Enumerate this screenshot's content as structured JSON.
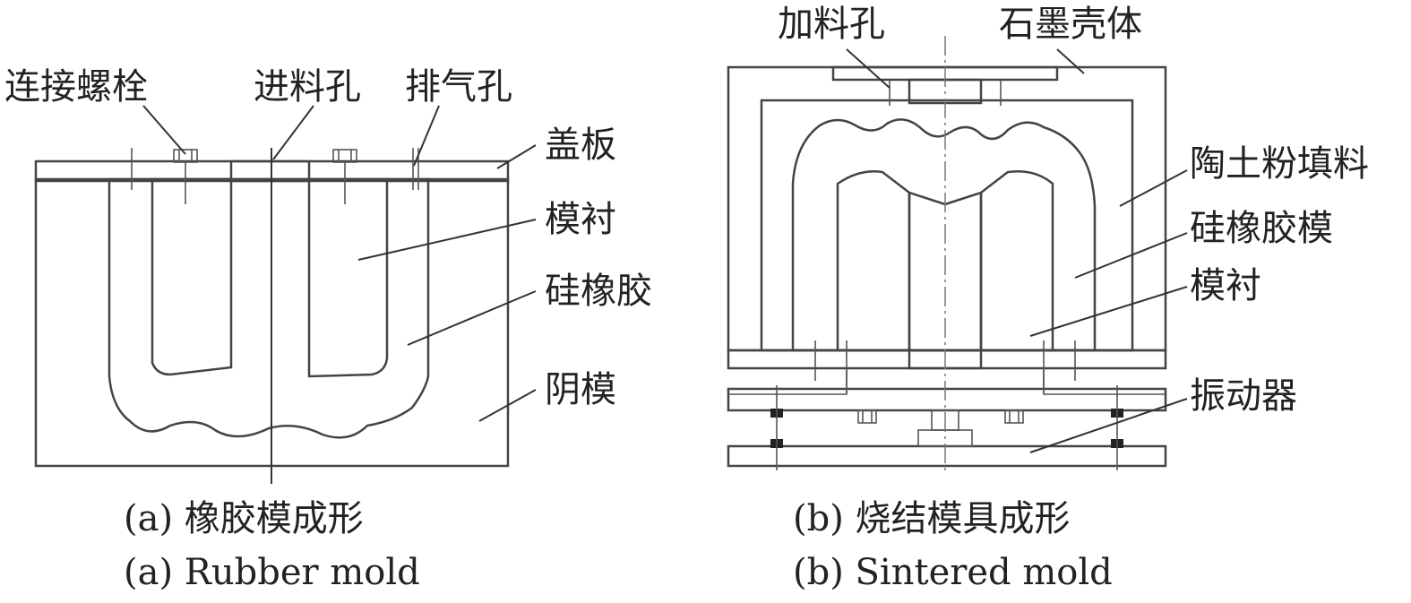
{
  "figure": {
    "panel_a": {
      "labels": {
        "bolt": "连接螺栓",
        "feed_hole": "进料孔",
        "vent_hole": "排气孔",
        "cover_plate": "盖板",
        "liner": "模衬",
        "silicone_rubber": "硅橡胶",
        "female_mold": "阴模"
      },
      "caption_cn": "(a) 橡胶模成形",
      "caption_en": "(a) Rubber mold"
    },
    "panel_b": {
      "labels": {
        "feed_hole": "加料孔",
        "graphite_shell": "石墨壳体",
        "ceramic_filler": "陶土粉填料",
        "silicone_mold": "硅橡胶模",
        "liner": "模衬",
        "vibrator": "振动器"
      },
      "caption_cn": "(b) 烧结模具成形",
      "caption_en": "(b) Sintered mold"
    }
  },
  "colors": {
    "line": "#444444",
    "hatch": "#555555",
    "rubber_check": "#3a3a3a",
    "background": "#ffffff"
  }
}
